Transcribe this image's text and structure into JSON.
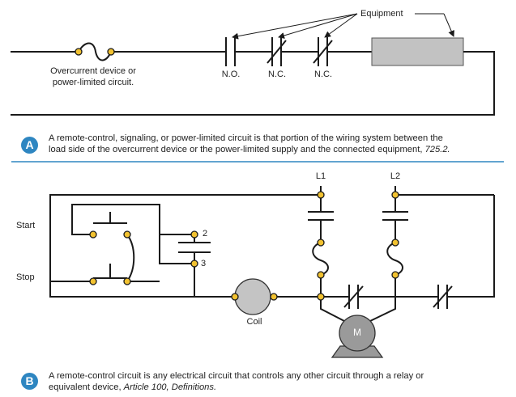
{
  "colors": {
    "wire": "#1a1a1a",
    "terminal_fill": "#f2c230",
    "equipment_fill": "#c2c2c2",
    "coil_fill": "#c4c4c4",
    "motor_fill": "#9a9a9a",
    "badge": "#2e86c1",
    "divider": "#2e86c1"
  },
  "part_a": {
    "overcurrent_label_line1": "Overcurrent device or",
    "overcurrent_label_line2": "power-limited circuit.",
    "equipment_label": "Equipment",
    "contact_labels": [
      "N.O.",
      "N.C.",
      "N.C."
    ],
    "badge": "A",
    "caption_line1": "A remote-control, signaling, or power-limited circuit is that portion of the wiring system between the",
    "caption_line2": "load side of the overcurrent device or the power-limited supply and the connected equipment,",
    "caption_ref": "725.2."
  },
  "part_b": {
    "line_labels": [
      "L1",
      "L2"
    ],
    "start_label": "Start",
    "stop_label": "Stop",
    "aux_labels": [
      "2",
      "3"
    ],
    "coil_label": "Coil",
    "motor_label": "M",
    "badge": "B",
    "caption_line1": "A remote-control circuit is any electrical circuit that controls any other circuit through a relay or",
    "caption_line2_prefix": "equivalent device,",
    "caption_ref": "Article 100, Definitions."
  }
}
